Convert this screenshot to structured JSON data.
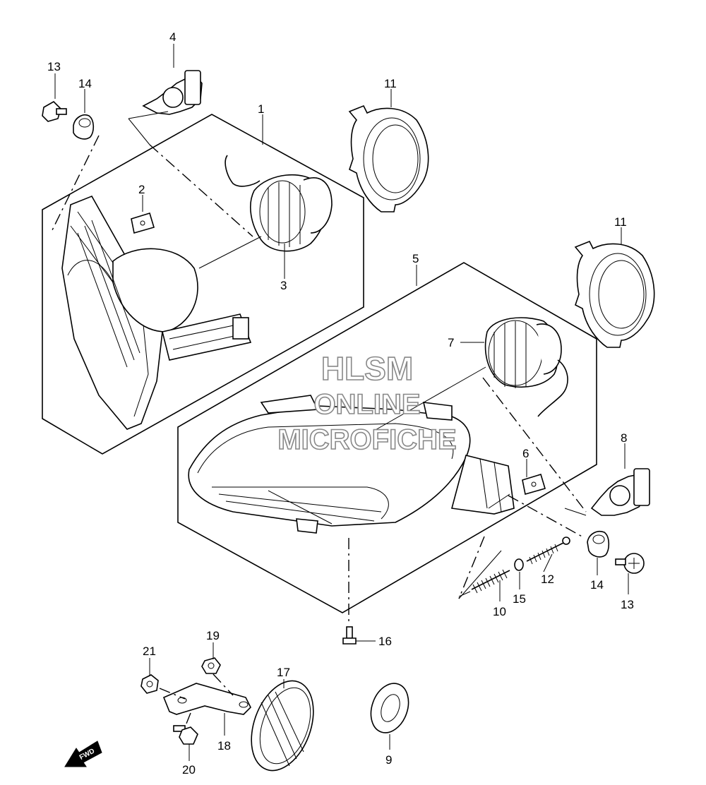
{
  "watermark": {
    "line1": "HLSM",
    "line2": "ONLINE",
    "line3": "MICROFICHE"
  },
  "fwd_label": "FWD",
  "callouts": {
    "p1": "1",
    "p2": "2",
    "p3": "3",
    "p4": "4",
    "p5": "5",
    "p6": "6",
    "p7": "7",
    "p8": "8",
    "p9": "9",
    "p10": "10",
    "p11a": "11",
    "p11b": "11",
    "p12": "12",
    "p13a": "13",
    "p13b": "13",
    "p14a": "14",
    "p14b": "14",
    "p15": "15",
    "p16": "16",
    "p17": "17",
    "p18": "18",
    "p19": "19",
    "p20": "20",
    "p21": "21"
  }
}
